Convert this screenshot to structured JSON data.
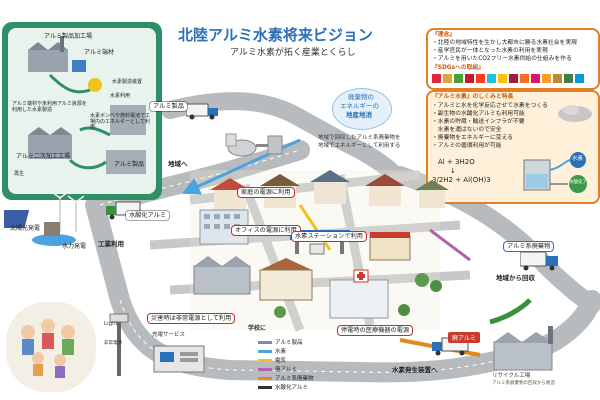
{
  "title": "北陸アルミ水素将来ビジョン",
  "subtitle": "アルミ水素が拓く産業とくらし",
  "topleft_panel": {
    "labels": [
      "アルミ製品加工場",
      "アルミ端材",
      "水素製造装置",
      "アルミ端材や未利用アルミ資源を利用した水素製造",
      "アルミ二次加工工場",
      "水素利用",
      "水素ボンベや燃料電池で工場内のエネルギーとして利用",
      "アルミ製品",
      "再生",
      "太陽光発電",
      "水力発電"
    ]
  },
  "concept": {
    "heading": "『理念』",
    "items": [
      "・北陸の地域特性を生かし大都市に勝る水素社会を実現",
      "・産学官民が一体となった水素の利用を実現",
      "・アルミを用いたCO2フリー水素供給の仕組みを作る"
    ],
    "sdgs_heading": "『SDGsへの取組』"
  },
  "mechanism": {
    "heading": "『アルミ水素』のしくみと特長",
    "items": [
      "・アルミと水を化学反応させて水素をつくる",
      "・副生物の水酸化アルミも利用可能",
      "・水素の貯蔵・輸送インフラが不要",
      "　水素を運ばないので安全",
      "・廃棄物をエネルギーに変える",
      "・アルミの循環利用が可能"
    ],
    "reaction_1": "Al + 3H2O",
    "reaction_2": "3/2H2 + Al(OH)3",
    "water_label": "水素",
    "byproduct_label": "水酸化アルミ"
  },
  "scene": {
    "energy_circle_1": "廃棄物の",
    "energy_circle_2": "エネルギーの",
    "energy_circle_3": "地産地消",
    "waste_caption_1": "地域で回収したアルミ系廃棄物を",
    "waste_caption_2": "地域でエネルギーとして利用する",
    "to_region": "地域へ",
    "industrial_use": "工業利用",
    "aluminum_product_truck": "アルミ製品",
    "hydroxide_truck": "水酸化アルミ",
    "house_power": "家庭の電源に利用",
    "office_power": "オフィスの電源に利用",
    "hydrogen_station": "水素ステーションで利用",
    "emergency_power": "災害時は非常電源として利用",
    "medical_power": "停電時の医療機器の電源",
    "waste_alu_truck": "アルミ系廃棄物",
    "collect_from_region": "地域から回収",
    "hydrogen_to_site": "水素発生装置へ",
    "recycle_factory": "リサイクル工場",
    "recycle_caption": "アルミ系廃棄物の回収から製造",
    "light_label": "Light",
    "school_label": "学校に",
    "charging_service": "充電サービス",
    "power_label": "非常電源"
  },
  "legend": {
    "items": [
      {
        "label": "アルミ製品",
        "color": "#7d8fa8"
      },
      {
        "label": "水素",
        "color": "#4aa3df"
      },
      {
        "label": "電気",
        "color": "#f2c21d"
      },
      {
        "label": "廃アルミ",
        "color": "#b45fb1"
      },
      {
        "label": "アルミ系廃棄物",
        "color": "#e08a1e"
      },
      {
        "label": "水酸化アルミ",
        "color": "#333333"
      }
    ]
  },
  "colors": {
    "title": "#2a6fb8",
    "road": "#b3b6ba",
    "green_panel": "#2f8f67",
    "concept_border": "#e07f25",
    "mechanism_bg": "#fff1d9"
  }
}
